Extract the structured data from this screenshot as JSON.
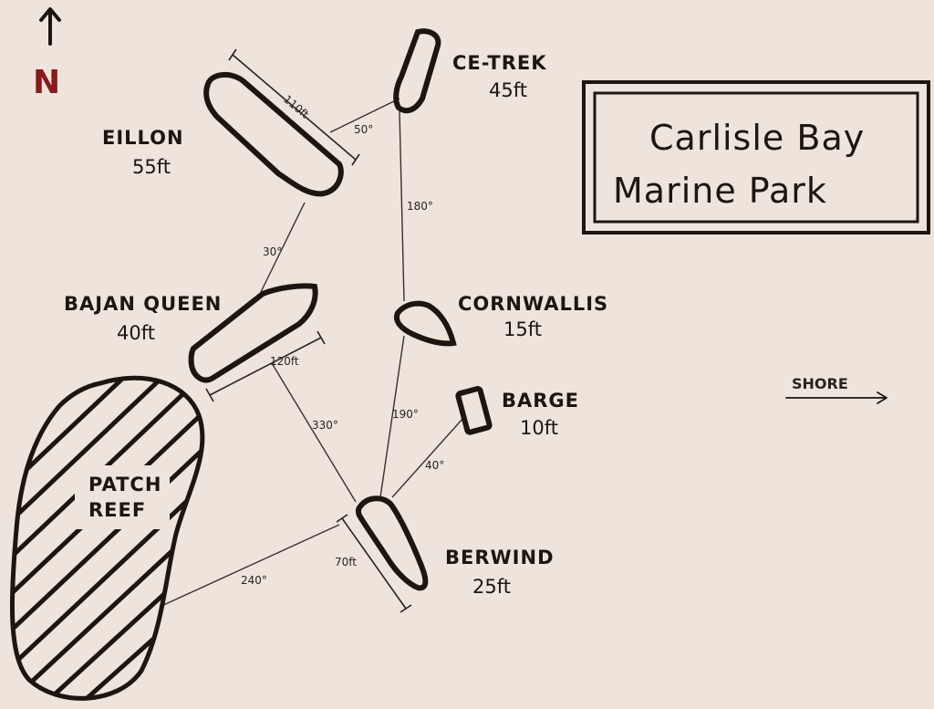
{
  "title": {
    "line1": "Carlisle Bay",
    "line2": "Marine Park"
  },
  "north": {
    "label": "N"
  },
  "shore": {
    "label": "SHORE"
  },
  "reef": {
    "line1": "PATCH",
    "line2": "REEF"
  },
  "wrecks": {
    "eillon": {
      "name": "EILLON",
      "depth": "55ft"
    },
    "cetrek": {
      "name": "CE-TREK",
      "depth": "45ft"
    },
    "bajanqueen": {
      "name": "BAJAN QUEEN",
      "depth": "40ft"
    },
    "cornwallis": {
      "name": "CORNWALLIS",
      "depth": "15ft"
    },
    "barge": {
      "name": "BARGE",
      "depth": "10ft"
    },
    "berwind": {
      "name": "BERWIND",
      "depth": "25ft"
    }
  },
  "lengths": {
    "eillon": "110ft",
    "bajanqueen": "120ft",
    "berwind": "70ft"
  },
  "bearings": {
    "eillon_cetrek": "50°",
    "cetrek_cornwallis": "180°",
    "eillon_bajanqueen": "30°",
    "bajanqueen_berwind": "330°",
    "cornwallis_berwind": "190°",
    "barge_berwind": "40°",
    "berwind_reef": "240°"
  },
  "colors": {
    "paper": "#efe4dc",
    "ink": "#1c1511",
    "north": "#8b1a1a"
  }
}
